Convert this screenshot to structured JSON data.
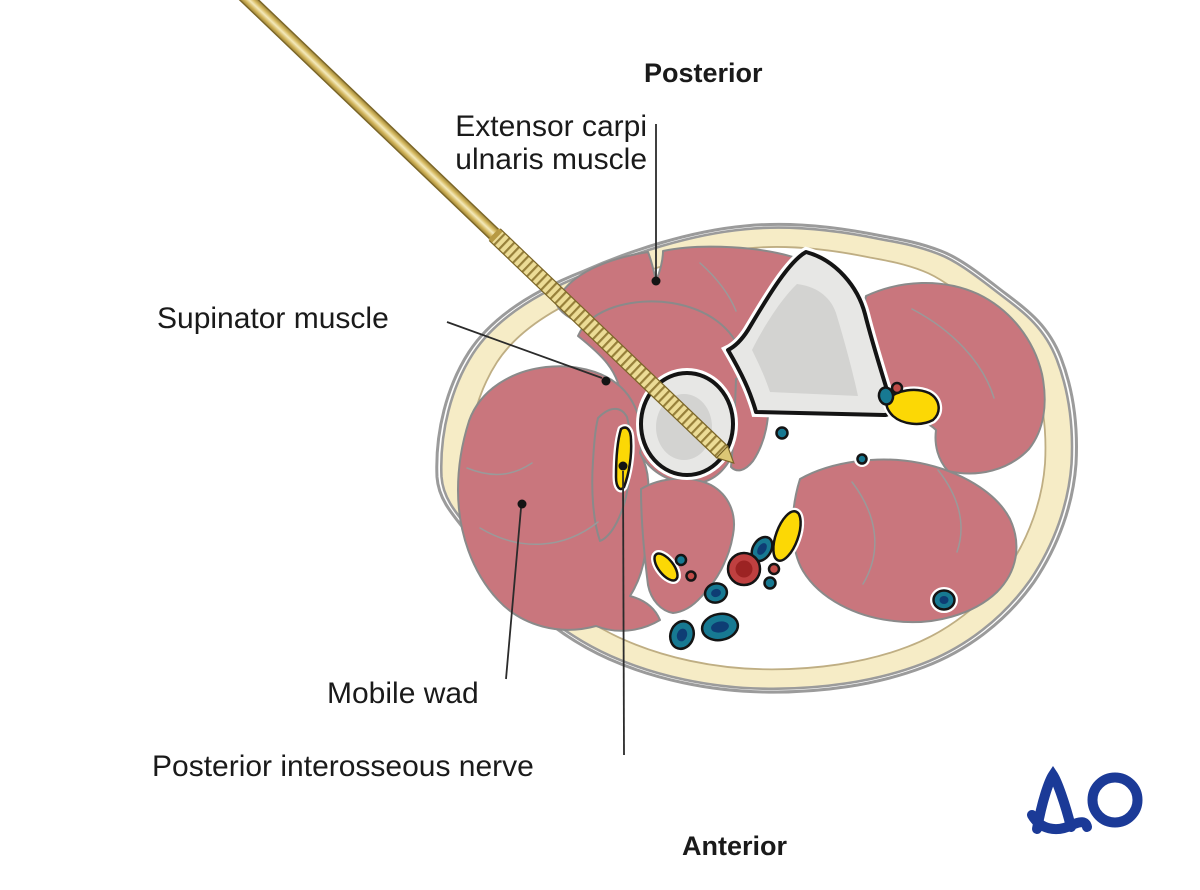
{
  "figure_type": "anatomical cross-section of the proximal forearm with inserted threaded pin",
  "orientation": {
    "top": "Posterior",
    "bottom": "Anterior"
  },
  "annotations": {
    "extensor_line1": "Extensor carpi",
    "extensor_line2": "ulnaris muscle",
    "supinator": "Supinator muscle",
    "mobile_wad": "Mobile wad",
    "posterior_interosseous_nerve": "Posterior interosseous nerve"
  },
  "logo": {
    "text": "AO",
    "color": "#1b3a97"
  },
  "palette": {
    "background": "#ffffff",
    "muscle": "#c9767d",
    "muscle_outline": "#8a8a8a",
    "fat": "#f6ecc6",
    "fat_inner_line": "#bfae83",
    "skin_outline": "#9b9b9b",
    "bone_outer": "#e7e7e5",
    "bone_inner": "#d3d3d1",
    "bone_outline": "#141414",
    "vessel_teal": "#177992",
    "vessel_navy": "#0e3d74",
    "artery_red": "#bf4040",
    "artery_dark": "#9c2323",
    "nerve_yellow": "#fcd805",
    "pin_gold": "#d9c06a",
    "label_text": "#1a1a1a"
  }
}
